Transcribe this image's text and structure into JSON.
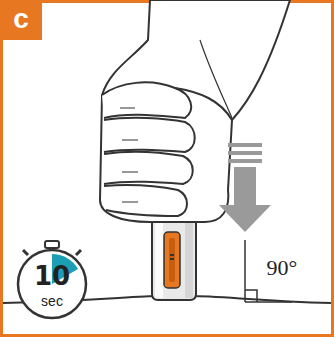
{
  "diagram": {
    "labels": [
      "c",
      "10",
      "sec",
      "90°"
    ]
  }
}
